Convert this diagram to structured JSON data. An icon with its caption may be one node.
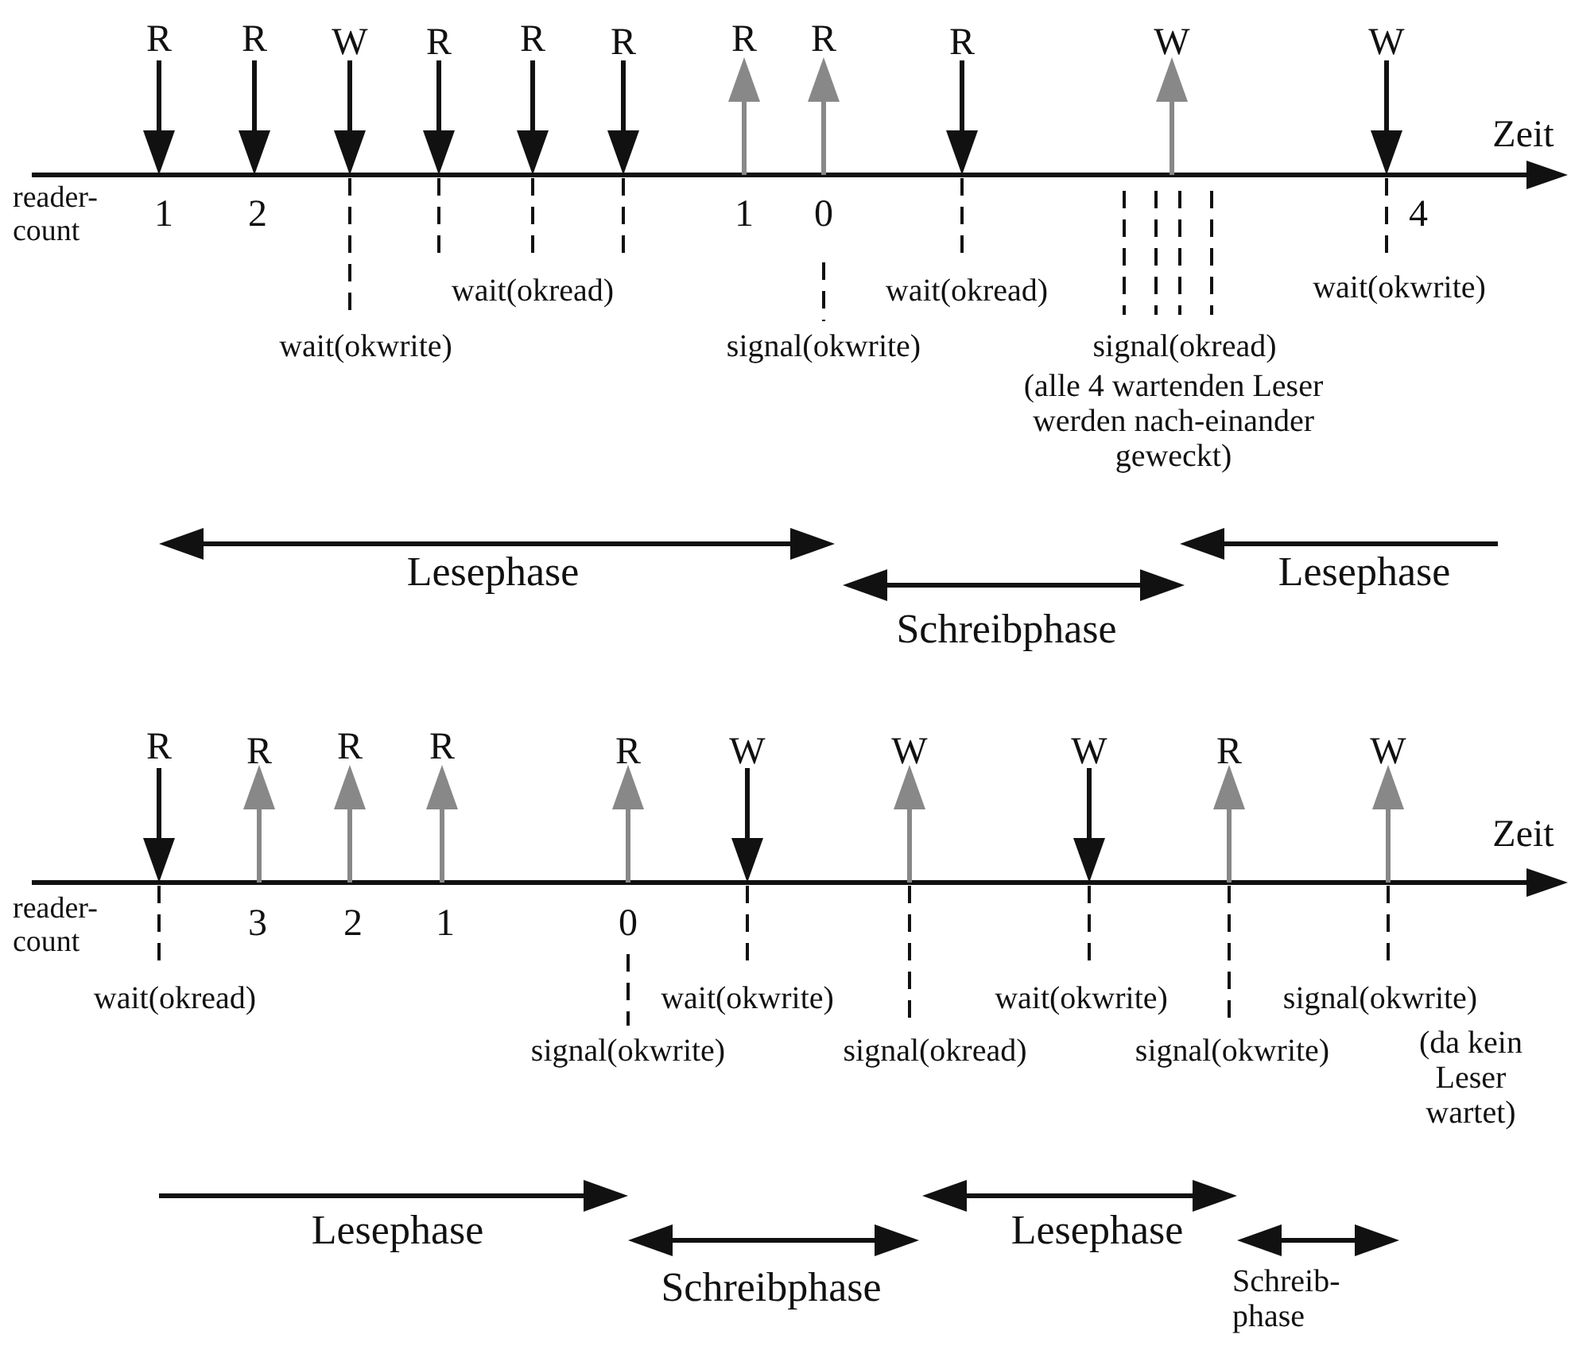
{
  "diagram": {
    "labels": [
      "R",
      "R",
      "W",
      "R",
      "R",
      "R",
      "R",
      "R",
      "R",
      "W",
      "W",
      "Zeit",
      "reader-count",
      "1",
      "2",
      "1",
      "0",
      "4",
      "wait(okread)",
      "wait(okread)",
      "wait(okwrite)",
      "wait(okwrite)",
      "signal(okwrite)",
      "signal(okread)",
      "(alle 4 wartenden Leser werden nach-einander geweckt)",
      "Lesephase",
      "Lesephase",
      "Schreibphase",
      "R",
      "R",
      "R",
      "R",
      "R",
      "W",
      "W",
      "W",
      "R",
      "W",
      "Zeit",
      "reader-count",
      "3",
      "2",
      "1",
      "0",
      "wait(okread)",
      "wait(okwrite)",
      "wait(okwrite)",
      "signal(okwrite)",
      "signal(okwrite)",
      "signal(okread)",
      "signal(okwrite)",
      "(da kein Leser wartet)",
      "Lesephase",
      "Lesephase",
      "Schreibphase",
      "Schreib-phase"
    ]
  }
}
